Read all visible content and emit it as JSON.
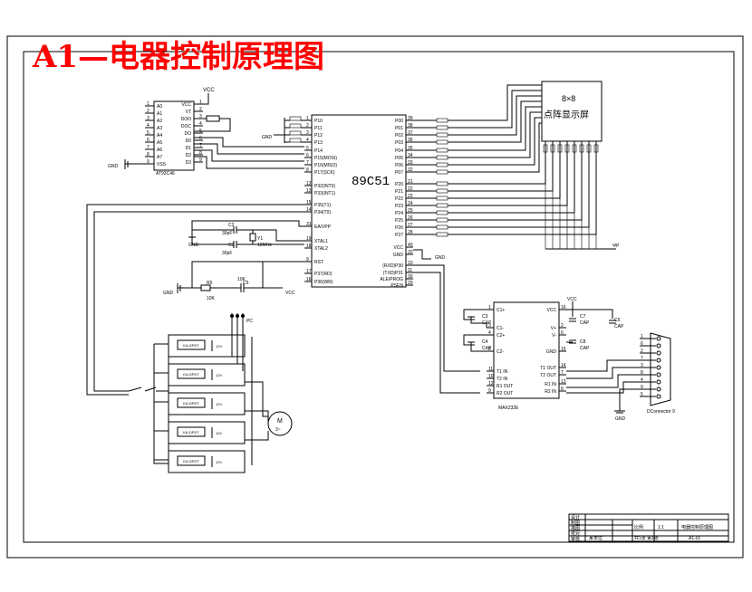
{
  "title": "A1—电器控制原理图",
  "title_color": "#ff0000",
  "mcu": {
    "name": "89C51",
    "left_pins": [
      {
        "num": "1",
        "label": "P10"
      },
      {
        "num": "2",
        "label": "P11"
      },
      {
        "num": "3",
        "label": "P12"
      },
      {
        "num": "4",
        "label": "P13"
      },
      {
        "num": "5",
        "label": "P14"
      },
      {
        "num": "6",
        "label": "P15(MOSI)"
      },
      {
        "num": "7",
        "label": "P16(MISO)"
      },
      {
        "num": "8",
        "label": "P17(SCK)"
      },
      {
        "num": "12",
        "label": "P32(INT0)"
      },
      {
        "num": "13",
        "label": "P33(INT1)"
      },
      {
        "num": "15",
        "label": "P35(T1)"
      },
      {
        "num": "14",
        "label": "P34(T0)"
      },
      {
        "num": "31",
        "label": "EA/VPP"
      },
      {
        "num": "19",
        "label": "XTAL1"
      },
      {
        "num": "18",
        "label": "XTAL2"
      },
      {
        "num": "9",
        "label": "RST"
      },
      {
        "num": "17",
        "label": "P37(RD)"
      },
      {
        "num": "16",
        "label": "P36(WR)"
      }
    ],
    "right_pins": [
      {
        "num": "39",
        "label": "P00"
      },
      {
        "num": "38",
        "label": "P01"
      },
      {
        "num": "37",
        "label": "P02"
      },
      {
        "num": "36",
        "label": "P03"
      },
      {
        "num": "35",
        "label": "P04"
      },
      {
        "num": "34",
        "label": "P05"
      },
      {
        "num": "33",
        "label": "P06"
      },
      {
        "num": "32",
        "label": "P07"
      },
      {
        "num": "21",
        "label": "P20"
      },
      {
        "num": "22",
        "label": "P21"
      },
      {
        "num": "23",
        "label": "P22"
      },
      {
        "num": "24",
        "label": "P23"
      },
      {
        "num": "25",
        "label": "P24"
      },
      {
        "num": "26",
        "label": "P25"
      },
      {
        "num": "27",
        "label": "P26"
      },
      {
        "num": "28",
        "label": "P27"
      },
      {
        "num": "40",
        "label": "VCC"
      },
      {
        "num": "20",
        "label": "GND"
      },
      {
        "num": "10",
        "label": "(RXD)P30"
      },
      {
        "num": "11",
        "label": "(TXD)P31"
      },
      {
        "num": "30",
        "label": "ALE/PROG"
      },
      {
        "num": "29",
        "label": "PSEN"
      }
    ]
  },
  "eeprom": {
    "name": "AT93C46",
    "left_pins": [
      {
        "num": "1",
        "label": "A0"
      },
      {
        "num": "2",
        "label": "A1"
      },
      {
        "num": "3",
        "label": "A2"
      },
      {
        "num": "4",
        "label": "A3"
      },
      {
        "num": "5",
        "label": "A4"
      },
      {
        "num": "6",
        "label": "A5"
      },
      {
        "num": "7",
        "label": "A6"
      },
      {
        "num": "8",
        "label": "A7"
      },
      {
        "num": "9",
        "label": "VSS"
      }
    ],
    "right_pins": [
      {
        "num": "1",
        "label": "VCC"
      },
      {
        "num": "2",
        "label": "VT"
      },
      {
        "num": "3",
        "label": "DOO"
      },
      {
        "num": "4",
        "label": "DOC"
      },
      {
        "num": "5",
        "label": "DO"
      },
      {
        "num": "6",
        "label": "D0"
      },
      {
        "num": "7",
        "label": "D1"
      },
      {
        "num": "8",
        "label": "D2"
      },
      {
        "num": "9",
        "label": "D3"
      }
    ]
  },
  "display": {
    "line1": "8×8",
    "line2": "点阵显示屏"
  },
  "max232": {
    "name": "MAX232E",
    "left_pins": [
      {
        "num": "1",
        "label": "C1+"
      },
      {
        "num": "3",
        "label": "C1-"
      },
      {
        "num": "4",
        "label": "C2+"
      },
      {
        "num": "5",
        "label": "C2-"
      },
      {
        "num": "11",
        "label": "T1 IN"
      },
      {
        "num": "10",
        "label": "T2 IN"
      },
      {
        "num": "12",
        "label": "R1 OUT"
      },
      {
        "num": "9",
        "label": "R2 OUT"
      }
    ],
    "right_pins": [
      {
        "num": "16",
        "label": "VCC"
      },
      {
        "num": "2",
        "label": "V+"
      },
      {
        "num": "6",
        "label": "V-"
      },
      {
        "num": "15",
        "label": "GND"
      },
      {
        "num": "14",
        "label": "T1 OUT"
      },
      {
        "num": "7",
        "label": "T2 OUT"
      },
      {
        "num": "13",
        "label": "R1 IN"
      },
      {
        "num": "8",
        "label": "R2 IN"
      }
    ],
    "caps": [
      "C3",
      "CAP",
      "C4",
      "CAP",
      "C7",
      "CAP",
      "C8",
      "CAP",
      "C6",
      "CAP"
    ]
  },
  "connector": {
    "name": "DConnector 9",
    "pins": [
      "1",
      "6",
      "2",
      "7",
      "3",
      "8",
      "4",
      "9",
      "5"
    ]
  },
  "labels": {
    "vcc": "VCC",
    "gnd": "GND",
    "c2": "C2",
    "c2_val": "30pF",
    "c3": "C3",
    "c3_val": "30pF",
    "crystal": "Y1",
    "crystal_val": "12MHz",
    "r5": "R5",
    "r5_val": "10K",
    "c5": "C5",
    "c5_val": "10K",
    "pc": "PC",
    "motor": "M",
    "motor_phase": "3~"
  },
  "relays": [
    "KA-DPDT",
    "KA-DPDT",
    "KA-DPDT",
    "KA-DPDT",
    "KA-DPDT"
  ],
  "relay_tag": "12V",
  "title_block": {
    "rows_left": [
      "设计",
      "制图",
      "描图",
      "校对",
      "审核"
    ],
    "scale_label": "比例",
    "scale_value": "1:1",
    "drawing_name": "电器控制原理图",
    "sheet_info": "共1张  第1张",
    "company": "某单位",
    "code": "A1-01"
  }
}
